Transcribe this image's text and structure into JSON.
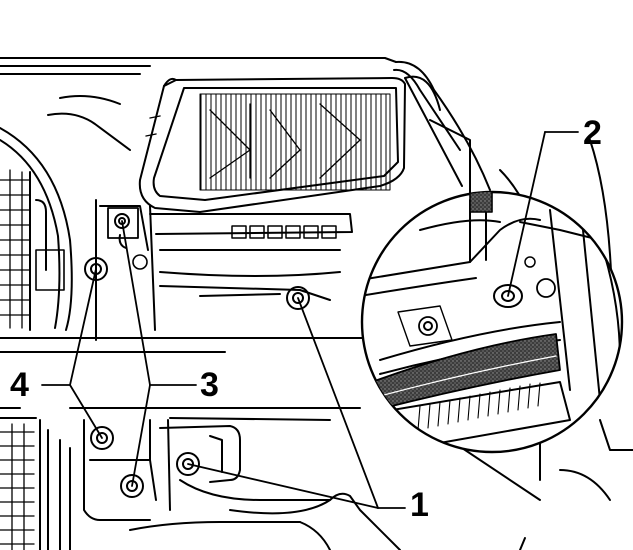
{
  "diagram": {
    "callouts": {
      "c1": "1",
      "c2": "2",
      "c3": "3",
      "c4": "4"
    },
    "colors": {
      "ink": "#000000",
      "paper": "#ffffff",
      "seal_fill": "#4a4a4a"
    }
  }
}
